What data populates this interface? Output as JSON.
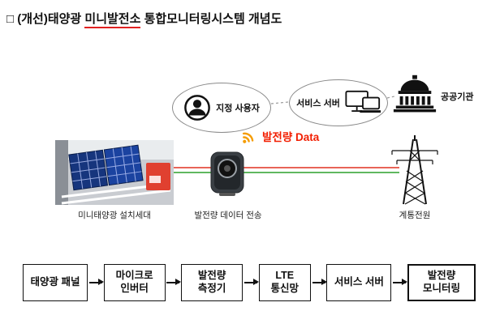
{
  "title": {
    "prefix": "□ (개선)태양광 ",
    "underlined": "미니발전소",
    "suffix": " 통합모니터링시스템 개념도"
  },
  "diagram": {
    "designated_user_label": "지정 사용자",
    "service_server_label": "서비스 서버",
    "public_institution_label": "공공기관",
    "generation_data_label": "발전량 Data",
    "solar_install_caption": "미니태양광 설치세대",
    "transmitter_caption": "발전량 데이터 전송",
    "grid_power_caption": "계통전원"
  },
  "flow": {
    "boxes": [
      {
        "label": "태양광 패널"
      },
      {
        "label": "마이크로\n인버터"
      },
      {
        "label": "발전량\n측정기"
      },
      {
        "label": "LTE\n통신망"
      },
      {
        "label": "서비스 서버"
      },
      {
        "label": "발전량\n모니터링"
      }
    ]
  },
  "colors": {
    "underline_red": "#e02020",
    "data_text_red": "#f21d00",
    "line_red": "#e03020",
    "line_green": "#2ba02b",
    "wifi_orange": "#f59c00"
  }
}
